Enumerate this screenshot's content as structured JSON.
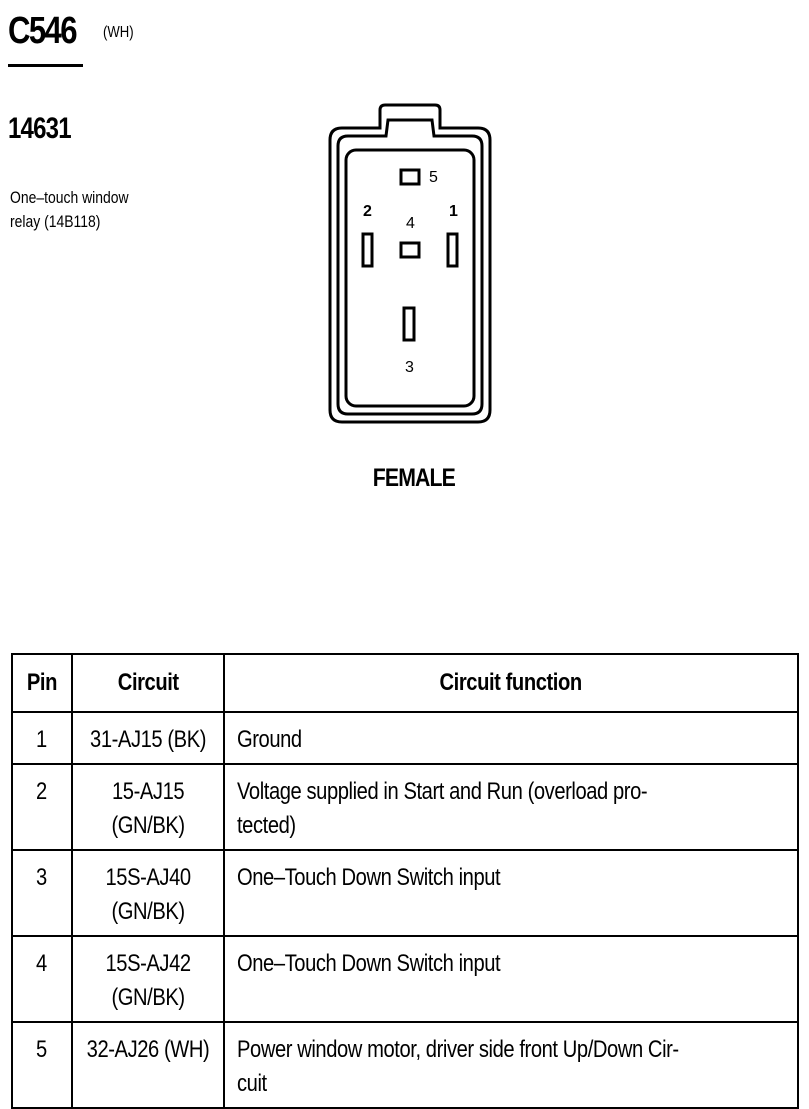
{
  "connector": {
    "id": "C546",
    "color": "(WH)",
    "part_number": "14631",
    "description_line1": "One–touch window",
    "description_line2": "relay (14B118)",
    "gender": "FEMALE",
    "pin_labels": {
      "p1": "1",
      "p2": "2",
      "p3": "3",
      "p4": "4",
      "p5": "5"
    }
  },
  "table": {
    "headers": {
      "pin": "Pin",
      "circuit": "Circuit",
      "function": "Circuit function"
    },
    "rows": [
      {
        "pin": "1",
        "circuit": "31-AJ15 (BK)",
        "function": "Ground"
      },
      {
        "pin": "2",
        "circuit": "15-AJ15 (GN/BK)",
        "function": "Voltage supplied in Start and Run (overload pro- tected)"
      },
      {
        "pin": "3",
        "circuit": "15S-AJ40 (GN/BK)",
        "function": "One–Touch Down Switch input"
      },
      {
        "pin": "4",
        "circuit": "15S-AJ42 (GN/BK)",
        "function": "One–Touch Down Switch input"
      },
      {
        "pin": "5",
        "circuit": "32-AJ26 (WH)",
        "function": "Power window motor, driver side front Up/Down Cir- cuit"
      }
    ]
  }
}
